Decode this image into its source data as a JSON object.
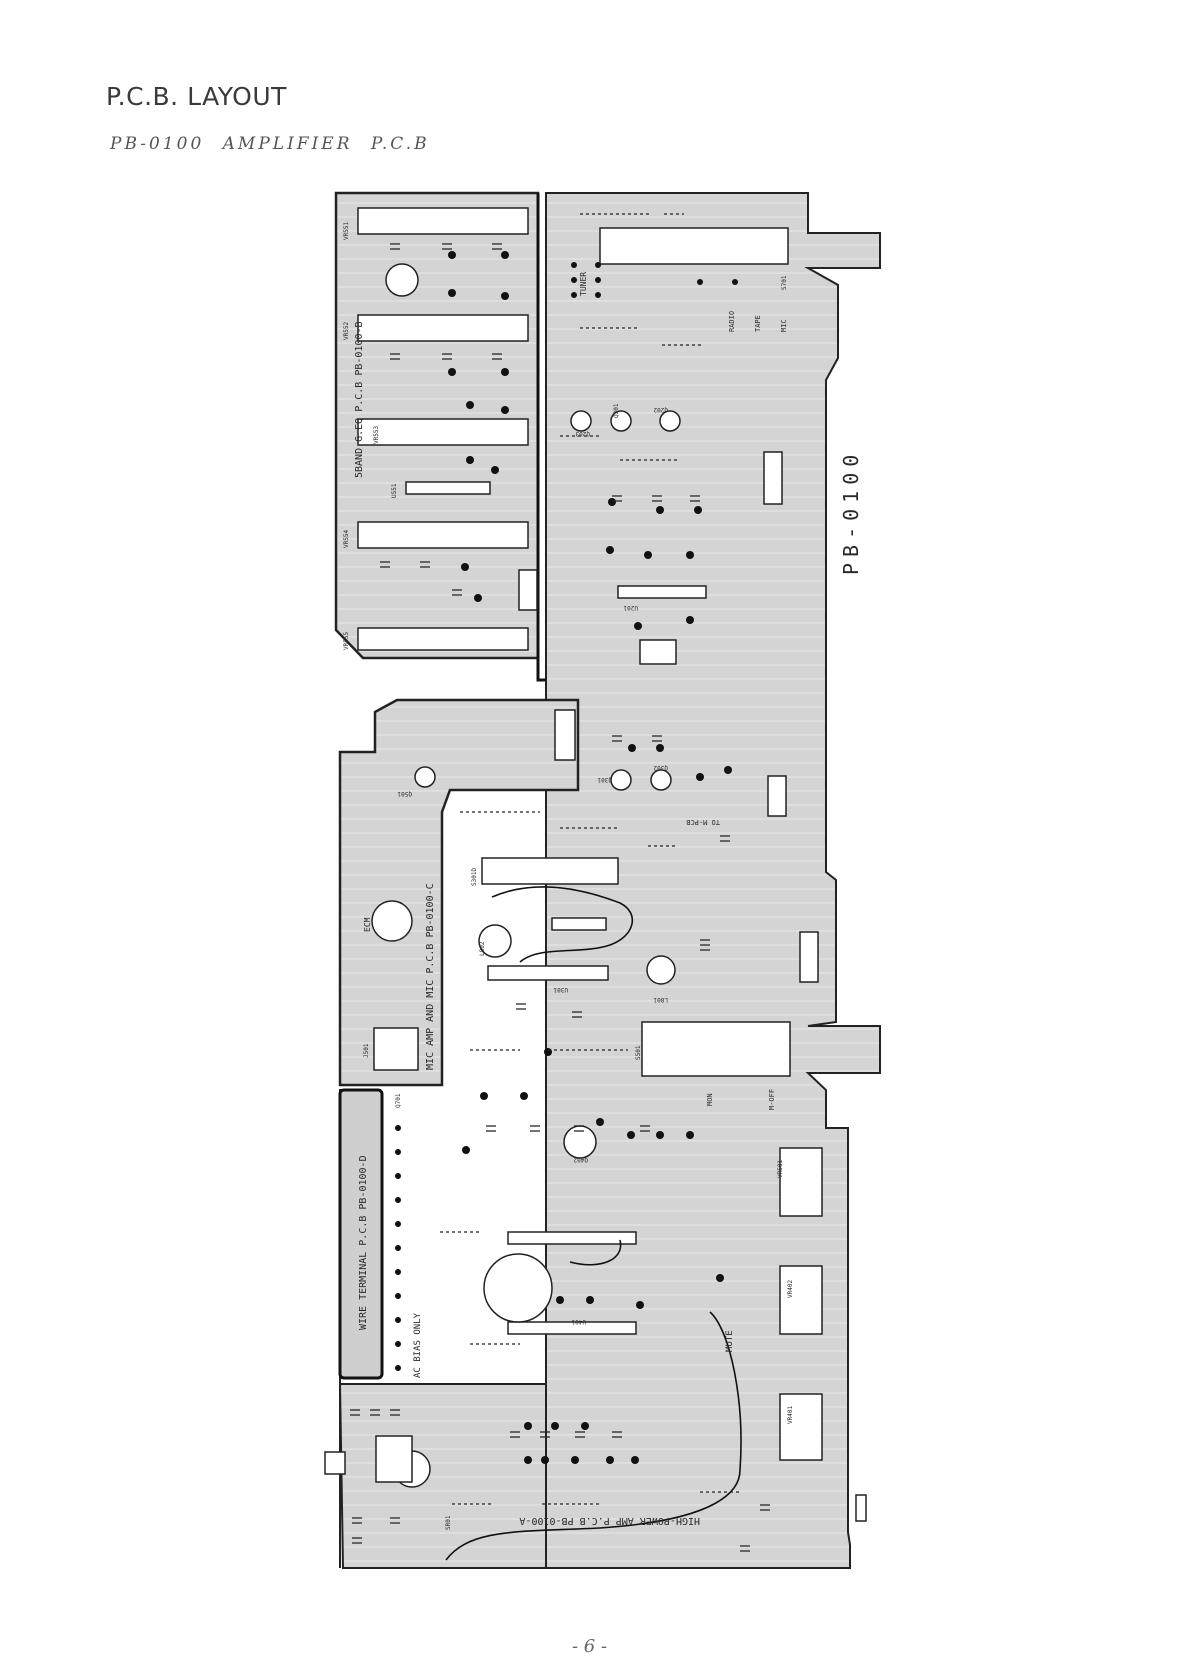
{
  "page": {
    "title": "P.C.B. LAYOUT",
    "subtitle": "PB-0100   AMPLIFIER P.C.B",
    "page_number": "- 6 -"
  },
  "board": {
    "main_label": "PB-0100",
    "sub_boards": {
      "eq": "5BAND G.EQ P.C.B PB-0100-B",
      "mic": "MIC AMP AND MIC P.C.B PB-0100-C",
      "wire": "WIRE TERMINAL P.C.B PB-0100-D",
      "amp": "HIGH-POWER AMP P.C.B PB-0100-A"
    },
    "notes": {
      "mute": "MUTE",
      "ac_bias": "AC BIAS ONLY",
      "tuner": "TUNER",
      "radio": "RADIO",
      "tape": "TAPE",
      "mic": "MIC",
      "mon": "MON",
      "m_off": "M-OFF",
      "ecm": "ECM",
      "to_mpcb": "TO M-PCB"
    },
    "designators": {
      "vr551": "VR551",
      "vr552": "VR552",
      "vr553": "VR553",
      "vr554": "VR554",
      "vr555": "VR555",
      "s701": "S701",
      "s501": "S501",
      "s301": "S301D",
      "j501": "J501",
      "u551": "U551",
      "u201": "U201",
      "u301": "U301",
      "u401": "U401",
      "q201": "Q201",
      "q202": "Q202",
      "q203": "Q203",
      "q301": "Q301",
      "q302": "Q302",
      "q402": "Q402",
      "q501": "Q501",
      "q701": "Q701",
      "l801": "L801",
      "l802": "L802",
      "sr01": "SR01",
      "vr401": "VR401",
      "vr402": "VR402",
      "vr501": "VR501"
    }
  }
}
